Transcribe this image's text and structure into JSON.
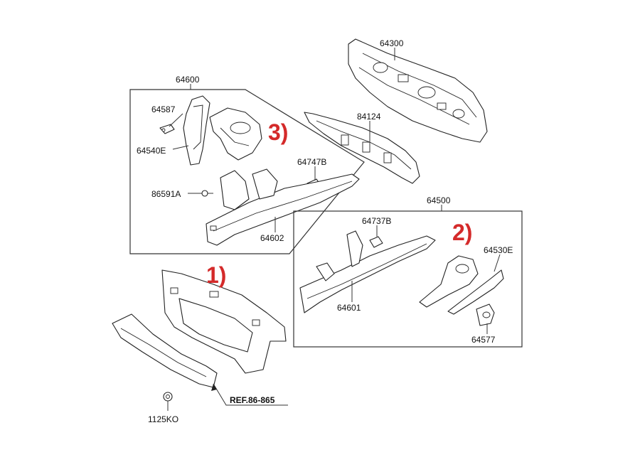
{
  "colors": {
    "callout": "#d42a2a",
    "line": "#222222"
  },
  "labels": {
    "p64300": "64300",
    "p84124": "84124",
    "p64600": "64600",
    "p64587": "64587",
    "p64540E": "64540E",
    "p64747B": "64747B",
    "p86591A": "86591A",
    "p64602": "64602",
    "p64500": "64500",
    "p64737B": "64737B",
    "p64530E": "64530E",
    "p64601": "64601",
    "p64577": "64577",
    "p1125KO": "1125KO",
    "ref": "REF.86-865"
  },
  "callouts": {
    "c1": "1)",
    "c2": "2)",
    "c3": "3)"
  }
}
